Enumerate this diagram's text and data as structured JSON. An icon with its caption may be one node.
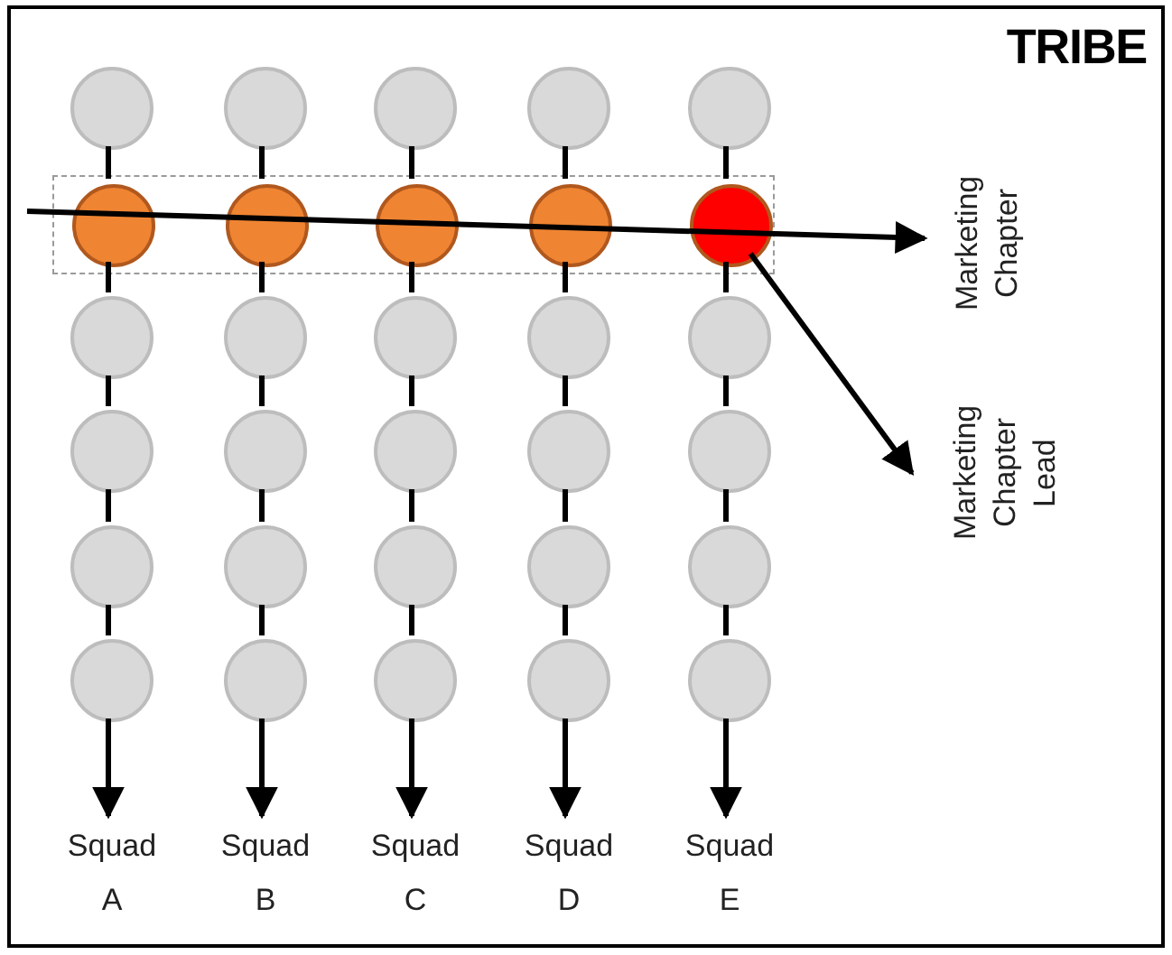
{
  "diagram": {
    "nodes": [
      {
        "text": [
          "TRIBE"
        ]
      },
      {
        "text": [],
        "shape": "circle",
        "in": 0
      },
      {
        "text": [],
        "shape": "circle",
        "in": 0
      },
      {
        "text": [],
        "shape": "circle",
        "in": 0
      },
      {
        "text": [],
        "shape": "circle",
        "in": 0
      },
      {
        "text": [],
        "shape": "circle",
        "in": 0
      },
      {
        "text": [],
        "shape": "box",
        "in": 0
      },
      {
        "text": [],
        "shape": "circle",
        "in": 6
      },
      {
        "text": [],
        "shape": "circle",
        "in": 6
      },
      {
        "text": [],
        "shape": "circle",
        "in": 6
      },
      {
        "text": [],
        "shape": "circle",
        "in": 6
      },
      {
        "text": [],
        "shape": "circle",
        "in": 6
      },
      {
        "text": [],
        "shape": "circle",
        "in": 0
      },
      {
        "text": [],
        "shape": "circle",
        "in": 0
      },
      {
        "text": [],
        "shape": "circle",
        "in": 0
      },
      {
        "text": [],
        "shape": "circle",
        "in": 0
      },
      {
        "text": [],
        "shape": "circle",
        "in": 0
      },
      {
        "text": [],
        "shape": "circle",
        "in": 0
      },
      {
        "text": [],
        "shape": "circle",
        "in": 0
      },
      {
        "text": [],
        "shape": "circle",
        "in": 0
      },
      {
        "text": [],
        "shape": "circle",
        "in": 0
      },
      {
        "text": [],
        "shape": "circle",
        "in": 0
      },
      {
        "text": [],
        "shape": "circle",
        "in": 0
      },
      {
        "text": [],
        "shape": "circle",
        "in": 0
      },
      {
        "text": [],
        "shape": "circle",
        "in": 0
      },
      {
        "text": [],
        "shape": "circle",
        "in": 0
      },
      {
        "text": [],
        "shape": "circle",
        "in": 0
      },
      {
        "text": [],
        "shape": "circle",
        "in": 0
      },
      {
        "text": [],
        "shape": "circle",
        "in": 0
      },
      {
        "text": [],
        "shape": "circle",
        "in": 0
      },
      {
        "text": [],
        "shape": "circle",
        "in": 0
      },
      {
        "text": [],
        "shape": "circle",
        "in": 0
      },
      {
        "text": [
          "Marketing Chapter"
        ],
        "in": 0
      },
      {
        "text": [
          "Marketing Chapter Lead"
        ],
        "in": 0
      },
      {
        "text": [
          "Squad A"
        ],
        "in": 0
      },
      {
        "text": [
          "Squad B"
        ],
        "in": 0
      },
      {
        "text": [
          "Squad C"
        ],
        "in": 0
      },
      {
        "text": [
          "Squad D"
        ],
        "in": 0
      },
      {
        "text": [
          "Squad E"
        ],
        "in": 0
      }
    ],
    "edges": [
      {
        "from": 1,
        "to": 7,
        "arrow": "none"
      },
      {
        "from": 7,
        "to": 12,
        "arrow": "none"
      },
      {
        "from": 12,
        "to": 17,
        "arrow": "none"
      },
      {
        "from": 17,
        "to": 22,
        "arrow": "none"
      },
      {
        "from": 22,
        "to": 27,
        "arrow": "none"
      },
      {
        "from": 27,
        "to": 34,
        "arrow": "to"
      },
      {
        "from": 2,
        "to": 8,
        "arrow": "none"
      },
      {
        "from": 8,
        "to": 13,
        "arrow": "none"
      },
      {
        "from": 13,
        "to": 18,
        "arrow": "none"
      },
      {
        "from": 18,
        "to": 23,
        "arrow": "none"
      },
      {
        "from": 23,
        "to": 28,
        "arrow": "none"
      },
      {
        "from": 28,
        "to": 35,
        "arrow": "to"
      },
      {
        "from": 3,
        "to": 9,
        "arrow": "none"
      },
      {
        "from": 9,
        "to": 14,
        "arrow": "none"
      },
      {
        "from": 14,
        "to": 19,
        "arrow": "none"
      },
      {
        "from": 19,
        "to": 24,
        "arrow": "none"
      },
      {
        "from": 24,
        "to": 29,
        "arrow": "none"
      },
      {
        "from": 29,
        "to": 36,
        "arrow": "to"
      },
      {
        "from": 4,
        "to": 10,
        "arrow": "none"
      },
      {
        "from": 10,
        "to": 15,
        "arrow": "none"
      },
      {
        "from": 15,
        "to": 20,
        "arrow": "none"
      },
      {
        "from": 20,
        "to": 25,
        "arrow": "none"
      },
      {
        "from": 25,
        "to": 30,
        "arrow": "none"
      },
      {
        "from": 30,
        "to": 37,
        "arrow": "to"
      },
      {
        "from": 5,
        "to": 11,
        "arrow": "none"
      },
      {
        "from": 11,
        "to": 16,
        "arrow": "none"
      },
      {
        "from": 16,
        "to": 21,
        "arrow": "none"
      },
      {
        "from": 21,
        "to": 26,
        "arrow": "none"
      },
      {
        "from": 26,
        "to": 31,
        "arrow": "none"
      },
      {
        "from": 31,
        "to": 38,
        "arrow": "to"
      },
      {
        "from": null,
        "to": 32,
        "arrow": "to"
      },
      {
        "from": 11,
        "to": 33,
        "arrow": "to"
      }
    ]
  }
}
